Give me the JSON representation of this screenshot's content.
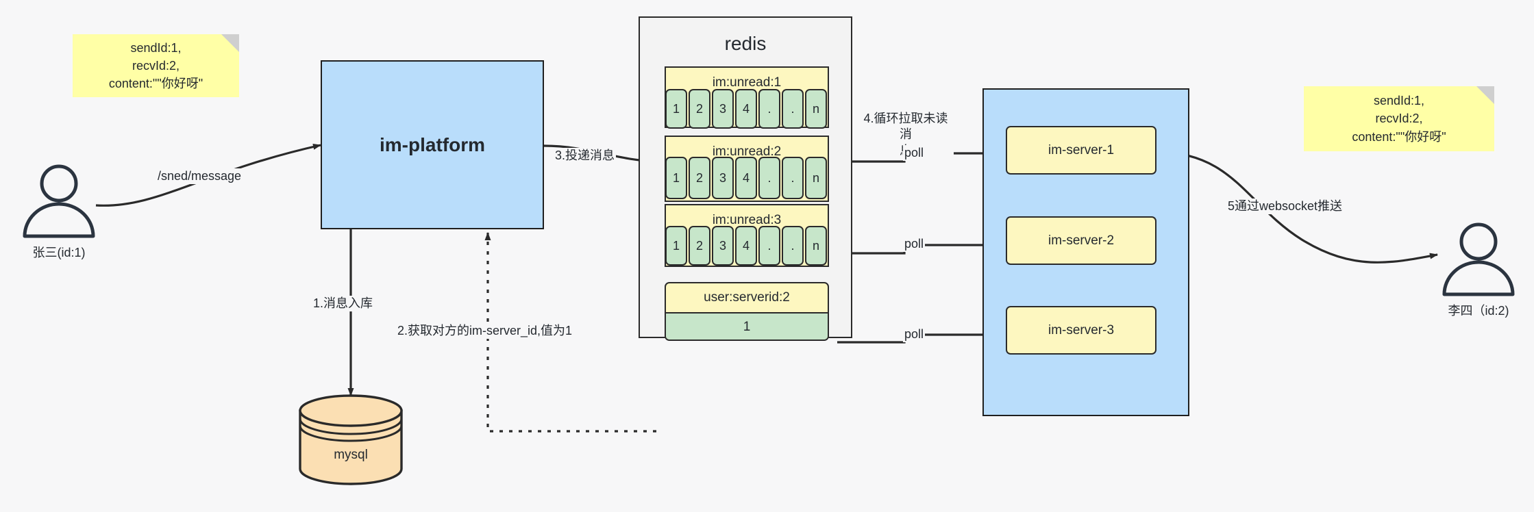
{
  "diagram": {
    "title": "IM message delivery architecture",
    "background_color": "#f7f7f8",
    "colors": {
      "note_yellow": "#ffffa6",
      "box_blue": "#b9ddfb",
      "cell_green": "#c7e6ca",
      "key_yellow": "#fdf7c0",
      "db_orange": "#fbdfb3",
      "stroke": "#2a2a2a"
    }
  },
  "notes": {
    "left": "sendId:1,\nrecvId:2,\ncontent:\"\"你好呀\"",
    "right": "sendId:1,\nrecvId:2,\ncontent:\"\"你好呀\""
  },
  "actors": {
    "sender": {
      "label": "张三(id:1)",
      "icon": "user-icon"
    },
    "receiver": {
      "label": "李四（id:2)",
      "icon": "user-icon"
    }
  },
  "platform": {
    "label": "im-platform"
  },
  "database": {
    "label": "mysql",
    "icon": "database-cylinder-icon"
  },
  "redis": {
    "title": "redis",
    "lists": [
      {
        "key": "im:unread:1",
        "cells": [
          "1",
          "2",
          "3",
          "4",
          ".",
          ".",
          "n"
        ]
      },
      {
        "key": "im:unread:2",
        "cells": [
          "1",
          "2",
          "3",
          "4",
          ".",
          ".",
          "n"
        ]
      },
      {
        "key": "im:unread:3",
        "cells": [
          "1",
          "2",
          "3",
          "4",
          ".",
          ".",
          "n"
        ]
      }
    ],
    "kv": {
      "key": "user:serverid:2",
      "value": "1"
    }
  },
  "im_servers": {
    "items": [
      {
        "label": "im-server-1"
      },
      {
        "label": "im-server-2"
      },
      {
        "label": "im-server-3"
      }
    ]
  },
  "edges": {
    "send_message": "/sned/message",
    "step1": "1.消息入库",
    "step2": "2.获取对方的im-server_id,值为1",
    "step3": "3.投递消息",
    "step4": "4.循环拉取未读消\n息",
    "poll1": "poll",
    "poll2": "poll",
    "poll3": "poll",
    "step5": "5通过websocket推送"
  }
}
